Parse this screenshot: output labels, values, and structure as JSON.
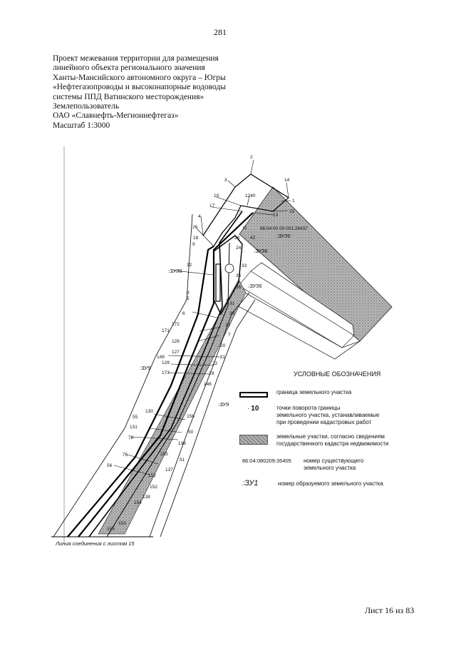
{
  "page_number": "281",
  "header_lines": [
    "Проект межевания территории для размещения",
    "линейного объекта регионального значения",
    "Ханты-Мансийского автономного округа – Югры",
    "«Нефтегазопроводы и высоконапорные водоводы",
    "системы ППД Ватинского месторождения»",
    "Землепользователь",
    "ОАО «Славнефть-Мегионнефтегаз»",
    "Масштаб 1:3000"
  ],
  "map": {
    "parcel_code": "86:04:00 00 001:28437",
    "zone_labels": {
      "zu36_a": ":ЗУ36",
      "zu36_b": ":ЗУ36",
      "zu36_c": ":ЗУ36",
      "zu36_d": ":ЗУ36",
      "zu9_a": ":ЗУ9",
      "zu9_b": ":ЗУ9"
    },
    "connection_line": "Линия соединения с листом 15",
    "point_labels": [
      "2",
      "14",
      "3",
      "1",
      "10",
      "1240",
      "15",
      "17",
      "13",
      "11",
      "42",
      "4",
      "26",
      "28",
      "18",
      "9",
      "24",
      "33",
      "32",
      "35",
      "36",
      "8",
      "5",
      "31",
      "6",
      "30",
      "172",
      "23",
      "171",
      "7",
      "128",
      "20",
      "149",
      "127",
      "21",
      "129",
      "22",
      "173",
      "29",
      "146",
      "156",
      "130",
      "55",
      "131",
      "50",
      "78",
      "138",
      "75",
      "155",
      "51",
      "137",
      "56",
      "152",
      "152",
      "138",
      "154",
      "153",
      "155"
    ]
  },
  "legend": {
    "title": "УСЛОВНЫЕ ОБОЗНАЧЕНИЯ",
    "border_desc": "граница земельного участка",
    "point_symbol": "10",
    "point_desc": "точки поворота границы\nземельного участка, устанавливаемые\nпри проведении кадастровых работ",
    "parcel_desc": "земельные участки, согласно сведениям\nгосударственного кадастра недвижимости",
    "code_example": "86:04:080209:35405",
    "code_desc": "номер существующего\nземельного участка",
    "zone_example": ":ЗУ1",
    "zone_desc": "номер образуемого земельного участка"
  },
  "sheet_footer": "Лист 16 из 83"
}
